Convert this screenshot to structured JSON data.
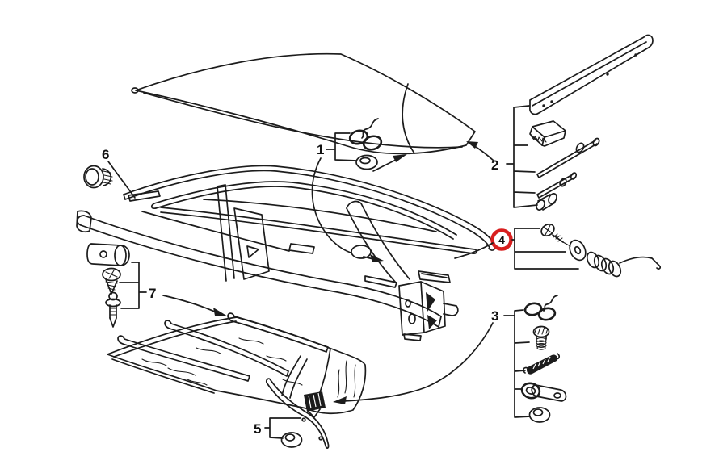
{
  "diagram": {
    "type": "exploded-parts-diagram",
    "background_color": "#ffffff",
    "line_color": "#1c1c1c",
    "highlight": {
      "ring_color": "#d81e1e",
      "fill": "#ffffff",
      "text_color": "#111111"
    },
    "callouts": [
      {
        "label": "1",
        "highlighted": false
      },
      {
        "label": "2",
        "highlighted": false
      },
      {
        "label": "3",
        "highlighted": false
      },
      {
        "label": "4",
        "highlighted": true
      },
      {
        "label": "5",
        "highlighted": false
      },
      {
        "label": "6",
        "highlighted": false
      },
      {
        "label": "7",
        "highlighted": false
      }
    ]
  }
}
